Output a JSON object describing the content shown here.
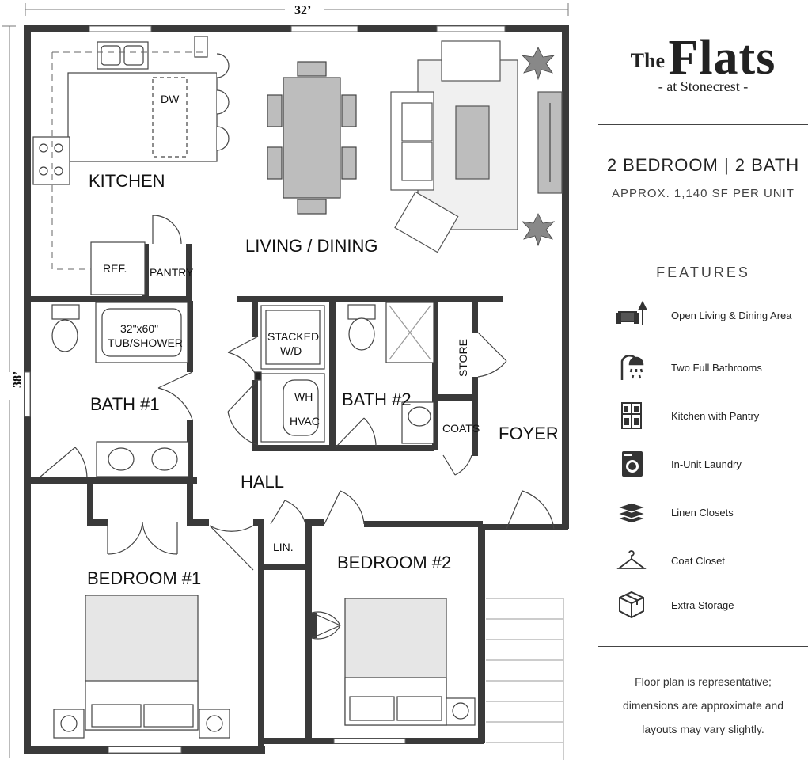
{
  "dimensions": {
    "width": "32’",
    "height": "38’"
  },
  "rooms": {
    "kitchen": "KITCHEN",
    "dw": "DW",
    "ref": "REF.",
    "pantry": "PANTRY",
    "living_dining": "LIVING / DINING",
    "tub_line1": "32\"x60\"",
    "tub_line2": "TUB/SHOWER",
    "bath1": "BATH #1",
    "stacked_line1": "STACKED",
    "stacked_line2": "W/D",
    "wh": "WH",
    "hvac": "HVAC",
    "bath2": "BATH #2",
    "store": "STORE",
    "coats": "COATS",
    "foyer": "FOYER",
    "hall": "HALL",
    "lin": "LIN.",
    "bedroom1": "BEDROOM #1",
    "bedroom2": "BEDROOM #2"
  },
  "brand": {
    "the": "The",
    "name": "Flats",
    "sub": "- at Stonecrest -"
  },
  "unit": {
    "type": "2 BEDROOM | 2 BATH",
    "area": "APPROX. 1,140 SF PER UNIT"
  },
  "features": {
    "title": "FEATURES",
    "items": [
      {
        "label": "Open Living & Dining Area",
        "icon": "sofa-lamp-icon"
      },
      {
        "label": "Two Full Bathrooms",
        "icon": "shower-icon"
      },
      {
        "label": "Kitchen with Pantry",
        "icon": "pantry-cabinet-icon"
      },
      {
        "label": "In-Unit Laundry",
        "icon": "washing-machine-icon"
      },
      {
        "label": "Linen Closets",
        "icon": "linen-stack-icon"
      },
      {
        "label": "Coat Closet",
        "icon": "hanger-icon"
      },
      {
        "label": "Extra Storage",
        "icon": "storage-box-icon"
      }
    ]
  },
  "disclaimer": "Floor plan is representative; dimensions are approximate and layouts may vary slightly."
}
